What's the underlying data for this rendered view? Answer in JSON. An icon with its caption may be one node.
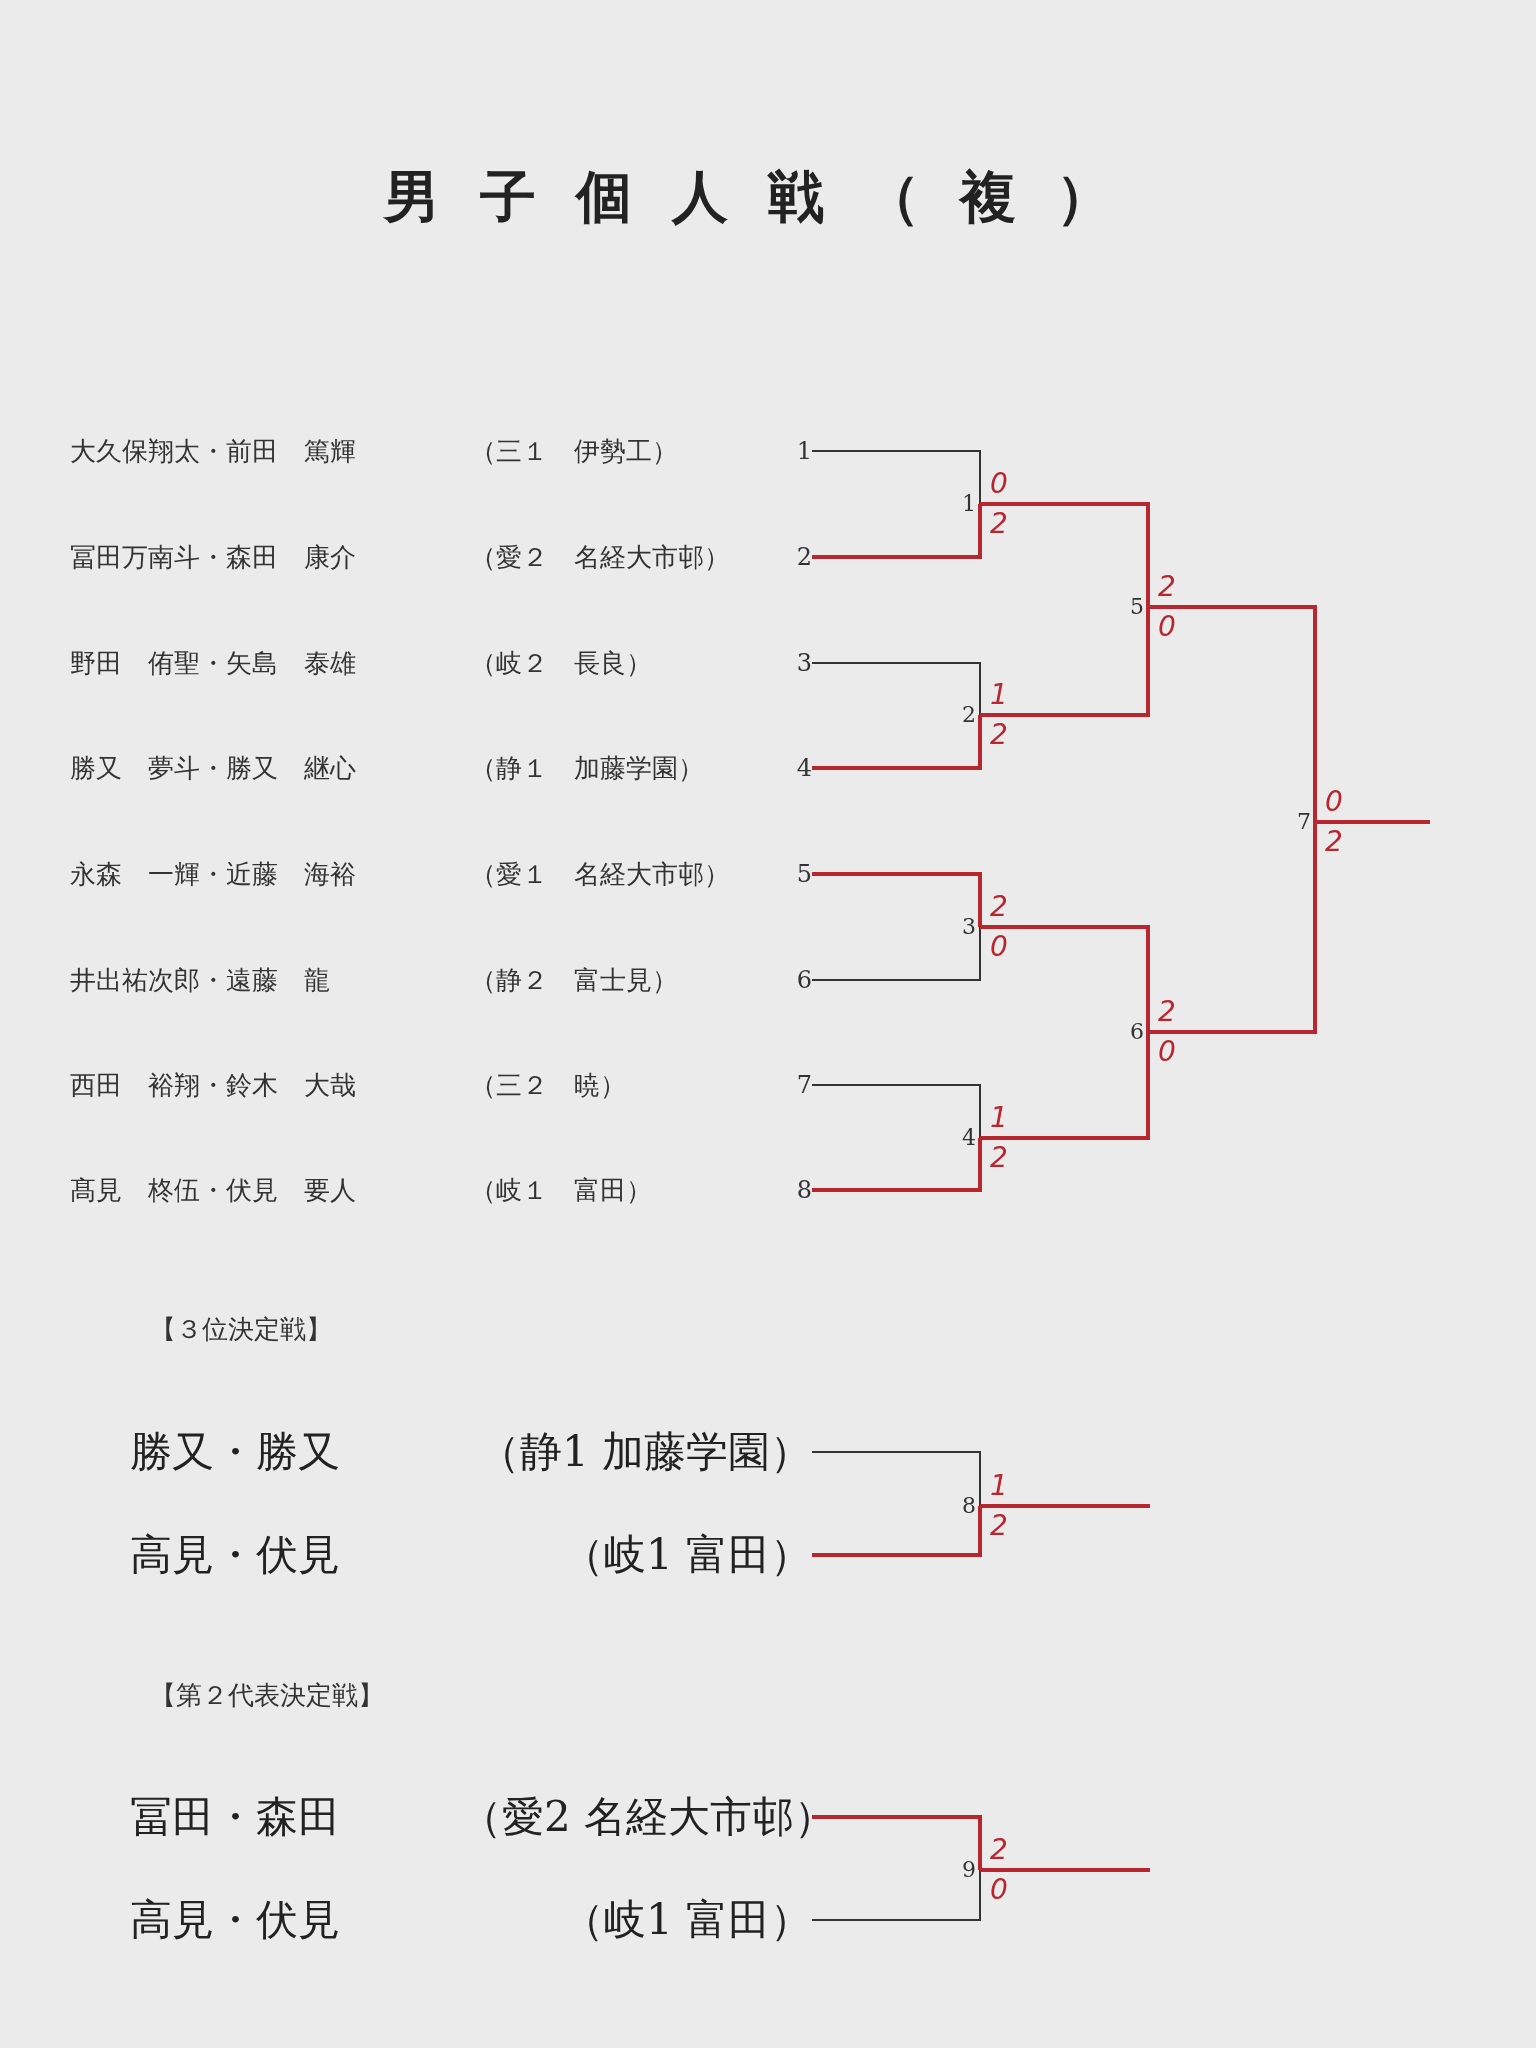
{
  "diagram": {
    "title": "男子個人戦（複）",
    "nodes": [
      {
        "text": [
          "大久保翔太・前田　篤輝",
          "（三１　伊勢工）"
        ],
        "beside": [
          "1"
        ]
      },
      {
        "text": [
          "冨田万南斗・森田　康介",
          "（愛２　名経大市邨）"
        ],
        "beside": [
          "2"
        ]
      },
      {
        "text": [
          "野田　侑聖・矢島　泰雄",
          "（岐２　長良）"
        ],
        "beside": [
          "3"
        ]
      },
      {
        "text": [
          "勝又　夢斗・勝又　継心",
          "（静１　加藤学園）"
        ],
        "beside": [
          "4"
        ]
      },
      {
        "text": [
          "永森　一輝・近藤　海裕",
          "（愛１　名経大市邨）"
        ],
        "beside": [
          "5"
        ]
      },
      {
        "text": [
          "井出祐次郎・遠藤　龍",
          "（静２　富士見）"
        ],
        "beside": [
          "6"
        ]
      },
      {
        "text": [
          "西田　裕翔・鈴木　大哉",
          "（三２　暁）"
        ],
        "beside": [
          "7"
        ]
      },
      {
        "text": [
          "髙見　柊伍・伏見　要人",
          "（岐１　富田）"
        ],
        "beside": [
          "8"
        ]
      },
      {
        "text": [
          "1"
        ]
      },
      {
        "text": [
          "2"
        ]
      },
      {
        "text": [
          "3"
        ]
      },
      {
        "text": [
          "4"
        ]
      },
      {
        "text": [
          "5"
        ]
      },
      {
        "text": [
          "6"
        ]
      },
      {
        "text": [
          "7"
        ]
      },
      {
        "text": [
          "勝又・勝又",
          "（静1 加藤学園）"
        ]
      },
      {
        "text": [
          "高見・伏見",
          "（岐1 富田）"
        ]
      },
      {
        "text": [
          "8"
        ]
      },
      {
        "text": [
          "冨田・森田",
          "（愛2 名経大市邨）"
        ]
      },
      {
        "text": [
          "高見・伏見",
          "（岐1 富田）"
        ]
      },
      {
        "text": [
          "9"
        ]
      }
    ],
    "edges": [
      {
        "from": 0,
        "to": 8,
        "arrow": "none",
        "label": "0",
        "color": "#333333"
      },
      {
        "from": 1,
        "to": 8,
        "arrow": "none",
        "label": "2"
      },
      {
        "from": 2,
        "to": 9,
        "arrow": "none",
        "label": "1",
        "color": "#333333"
      },
      {
        "from": 3,
        "to": 9,
        "arrow": "none",
        "label": "2"
      },
      {
        "from": 4,
        "to": 10,
        "arrow": "none",
        "label": "2"
      },
      {
        "from": 5,
        "to": 10,
        "arrow": "none",
        "label": "0",
        "color": "#333333"
      },
      {
        "from": 6,
        "to": 11,
        "arrow": "none",
        "label": "1",
        "color": "#333333"
      },
      {
        "from": 7,
        "to": 11,
        "arrow": "none",
        "label": "2"
      },
      {
        "from": 8,
        "to": 12,
        "arrow": "none",
        "label": "2"
      },
      {
        "from": 9,
        "to": 12,
        "arrow": "none",
        "label": "0"
      },
      {
        "from": 10,
        "to": 13,
        "arrow": "none",
        "label": "2"
      },
      {
        "from": 11,
        "to": 13,
        "arrow": "none",
        "label": "0"
      },
      {
        "from": 12,
        "to": 14,
        "arrow": "none",
        "label": "0"
      },
      {
        "from": 13,
        "to": 14,
        "arrow": "none",
        "label": "2"
      },
      {
        "from": 14,
        "to": null,
        "arrow": "none"
      },
      {
        "from": 15,
        "to": 17,
        "arrow": "none",
        "label": "1",
        "color": "#333333"
      },
      {
        "from": 16,
        "to": 17,
        "arrow": "none",
        "label": "2"
      },
      {
        "from": 17,
        "to": null,
        "arrow": "none"
      },
      {
        "from": 18,
        "to": 20,
        "arrow": "none",
        "label": "2"
      },
      {
        "from": 19,
        "to": 20,
        "arrow": "none",
        "label": "0",
        "color": "#333333"
      },
      {
        "from": 20,
        "to": null,
        "arrow": "none"
      }
    ],
    "labels": [
      "【３位決定戦】",
      "【第２代表決定戦】"
    ]
  }
}
